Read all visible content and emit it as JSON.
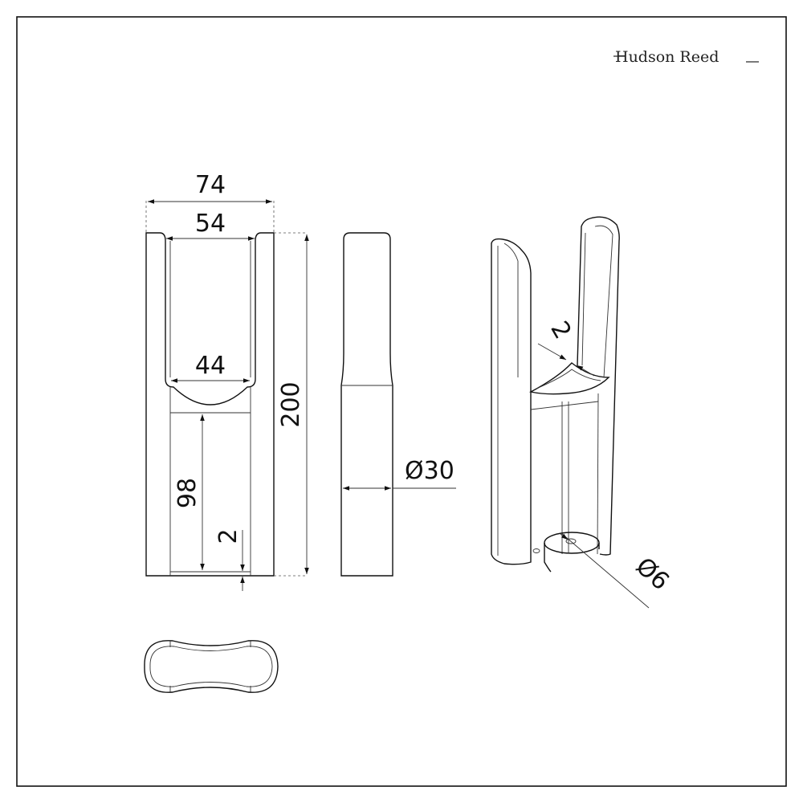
{
  "brand": {
    "name": "Hudson Reed"
  },
  "dimensions": {
    "overall_width": "74",
    "inner_width": "54",
    "cradle_width": "44",
    "height": "200",
    "lower_length": "98",
    "wall_thickness_front": "2",
    "pipe_diameter": "Ø30",
    "wall_thickness_iso": "2",
    "hole_diameter": "Ø6"
  },
  "colors": {
    "line": "#111111",
    "background": "#ffffff"
  }
}
